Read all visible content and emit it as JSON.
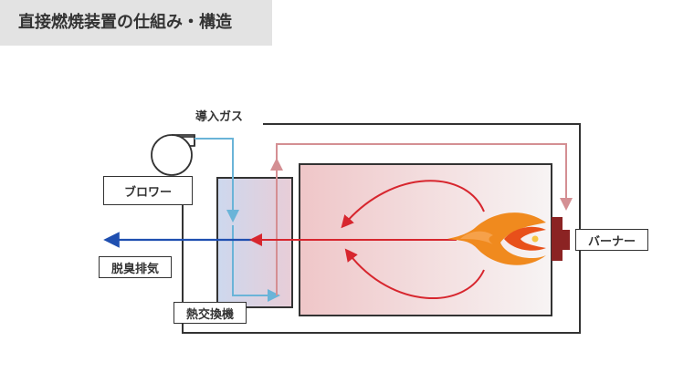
{
  "title": "直接燃焼装置の仕組み・構造",
  "labels": {
    "inlet_gas": "導入ガス",
    "blower": "ブロワー",
    "exhaust": "脱臭排気",
    "heat_exchanger": "熱交換機",
    "burner": "バーナー"
  },
  "colors": {
    "frame": "#333333",
    "cool_gas": "#6ab4d8",
    "preheated_gas": "#d48f93",
    "hot_gas": "#d7262e",
    "exhaust_gas": "#1f4fb0",
    "burner_block": "#8b2323",
    "flame_outer": "#f08a1e",
    "flame_inner": "#e8501a",
    "title_bg": "#e3e3e3"
  }
}
